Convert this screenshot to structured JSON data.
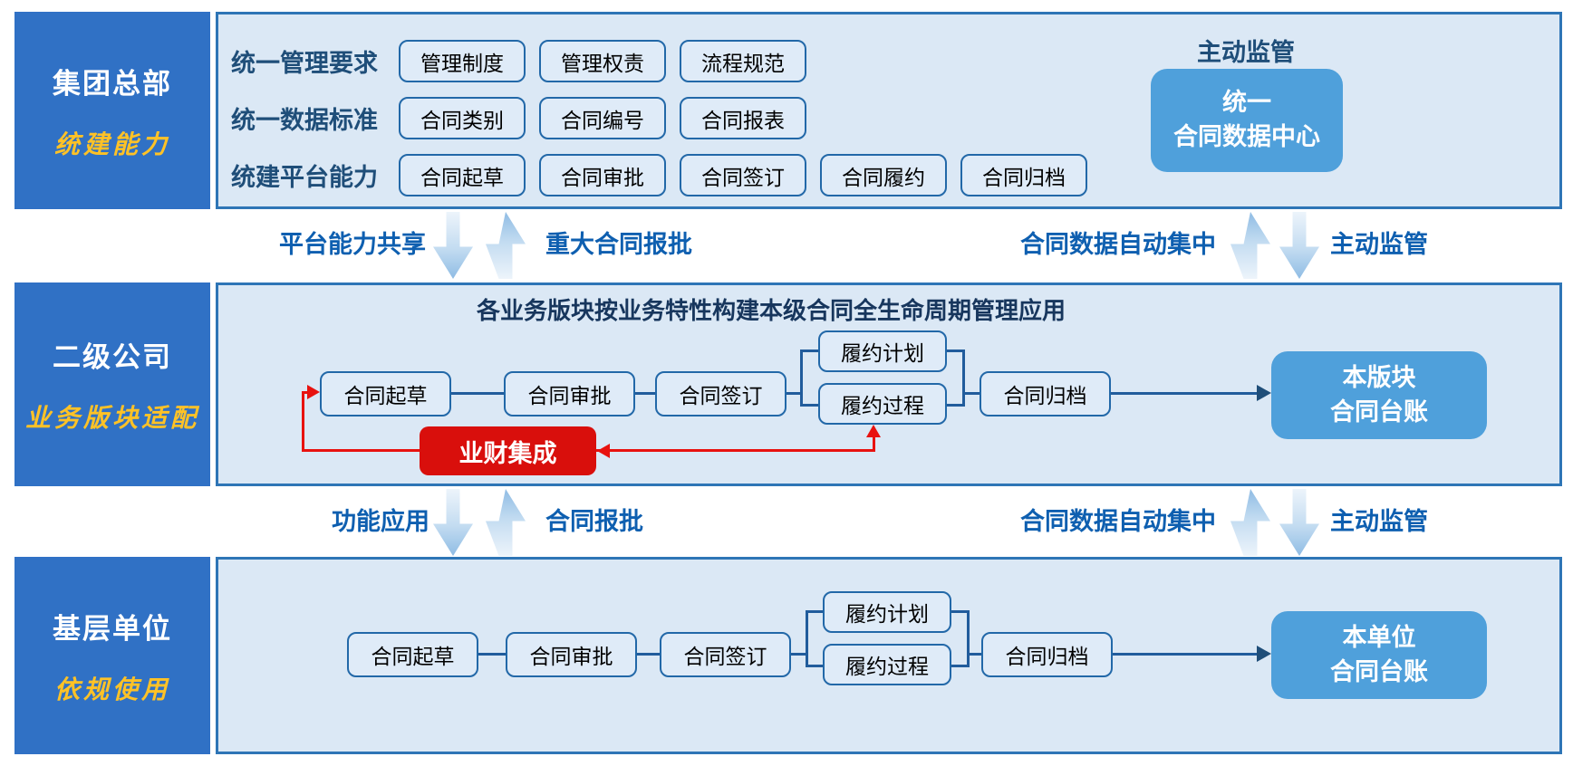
{
  "colors": {
    "panel_blue": "#3071C5",
    "band_bg": "#DBE8F5",
    "band_border": "#2E75B6",
    "box_border": "#2268A8",
    "label_navy": "#1F4E79",
    "gap_label_blue": "#0E5FB0",
    "ledger_blue": "#4FA0DB",
    "integration_red": "#D90F0C",
    "gold": "#FFC226"
  },
  "tier1": {
    "panel_title": "集团总部",
    "panel_subtitle": "统建能力",
    "rows": [
      {
        "label": "统一管理要求",
        "boxes": [
          "管理制度",
          "管理权责",
          "流程规范"
        ]
      },
      {
        "label": "统一数据标准",
        "boxes": [
          "合同类别",
          "合同编号",
          "合同报表"
        ]
      },
      {
        "label": "统建平台能力",
        "boxes": [
          "合同起草",
          "合同审批",
          "合同签订",
          "合同履约",
          "合同归档"
        ]
      }
    ],
    "supervision_label": "主动监管",
    "data_center": {
      "line1": "统一",
      "line2": "合同数据中心"
    }
  },
  "gap1": {
    "left_label_down": "平台能力共享",
    "left_label_up": "重大合同报批",
    "right_label_up": "合同数据自动集中",
    "right_label_down": "主动监管"
  },
  "tier2": {
    "panel_title": "二级公司",
    "panel_subtitle": "业务版块适配",
    "title": "各业务版块按业务特性构建本级合同全生命周期管理应用",
    "flow": [
      "合同起草",
      "合同审批",
      "合同签订"
    ],
    "performance": [
      "履约计划",
      "履约过程"
    ],
    "archive": "合同归档",
    "ledger": {
      "line1": "本版块",
      "line2": "合同台账"
    },
    "integration": "业财集成"
  },
  "gap2": {
    "left_label_down": "功能应用",
    "left_label_up": "合同报批",
    "right_label_up": "合同数据自动集中",
    "right_label_down": "主动监管"
  },
  "tier3": {
    "panel_title": "基层单位",
    "panel_subtitle": "依规使用",
    "flow": [
      "合同起草",
      "合同审批",
      "合同签订"
    ],
    "performance": [
      "履约计划",
      "履约过程"
    ],
    "archive": "合同归档",
    "ledger": {
      "line1": "本单位",
      "line2": "合同台账"
    }
  }
}
